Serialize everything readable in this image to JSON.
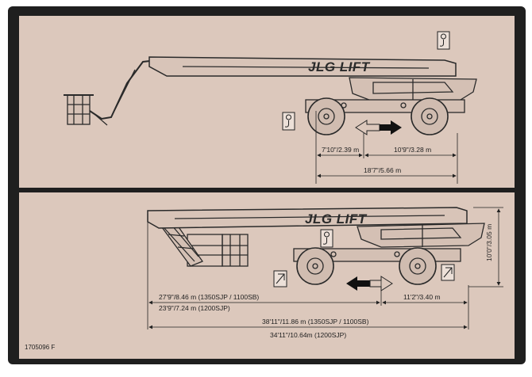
{
  "brand": {
    "logo_text": "JLG LIFT"
  },
  "part_number": "1705096 F",
  "top_panel": {
    "dims": {
      "front_to_axle": "7'10\"/2.39 m",
      "wheelbase": "10'9\"/3.28 m",
      "overall_length": "18'7\"/5.66 m"
    },
    "direction": "forward"
  },
  "bottom_panel": {
    "dims": {
      "height": "10'0\"/3.05 m",
      "front_overhang_a": "27'9\"/8.46 m (1350SJP / 1100SB)",
      "front_overhang_b": "23'9\"/7.24 m (1200SJP)",
      "rear_overhang": "11'2\"/3.40 m",
      "total_length_a": "38'11\"/11.86 m (1350SJP / 1100SB)",
      "total_length_b": "34'11\"/10.64m (1200SJP)"
    },
    "direction": "backward"
  },
  "colors": {
    "frame": "#1f1f1f",
    "panel": "#dcc8bc",
    "ink": "#2a2a2a"
  },
  "icons": [
    "tie-down-hook-icon",
    "lift-point-icon",
    "direction-arrow-icon"
  ]
}
